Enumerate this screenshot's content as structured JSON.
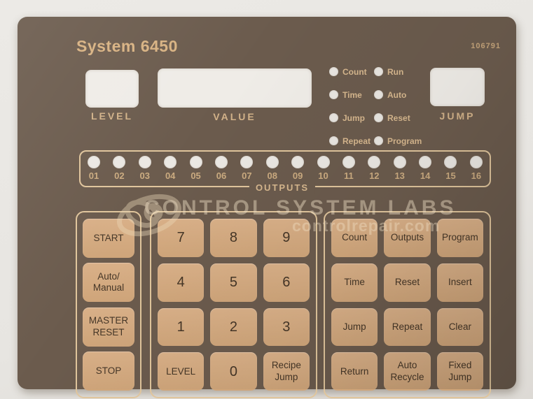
{
  "panel": {
    "title": "System 6450",
    "part_number": "106791"
  },
  "displays": {
    "level": {
      "label": "LEVEL"
    },
    "value": {
      "label": "VALUE"
    },
    "jump": {
      "label": "JUMP"
    }
  },
  "indicators": {
    "labels": [
      "Count",
      "Run",
      "Time",
      "Auto",
      "Jump",
      "Reset",
      "Repeat",
      "Program"
    ]
  },
  "outputs": {
    "label": "OUTPUTS",
    "channels": [
      "01",
      "02",
      "03",
      "04",
      "05",
      "06",
      "07",
      "08",
      "09",
      "10",
      "11",
      "12",
      "13",
      "14",
      "15",
      "16"
    ]
  },
  "keypads": {
    "left": {
      "buttons": [
        "START",
        "Auto/\nManual",
        "MASTER\nRESET",
        "STOP"
      ]
    },
    "numeric": {
      "buttons": [
        "7",
        "8",
        "9",
        "4",
        "5",
        "6",
        "1",
        "2",
        "3",
        "LEVEL",
        "0",
        "Recipe\nJump"
      ]
    },
    "functions": {
      "buttons": [
        "Count",
        "Outputs",
        "Program",
        "Time",
        "Reset",
        "Insert",
        "Jump",
        "Repeat",
        "Clear",
        "Return",
        "Auto\nRecycle",
        "Fixed\nJump"
      ]
    }
  },
  "watermark": {
    "line1": "CONTROL SYSTEM LABS",
    "line2": "controlrepair.com"
  },
  "colors": {
    "panel_brown": "#6b5b4d",
    "button_tan": "#d4aa80",
    "outline_cream": "#e0c59c",
    "window_white": "#efece7",
    "label_tan": "#d6b78e"
  }
}
